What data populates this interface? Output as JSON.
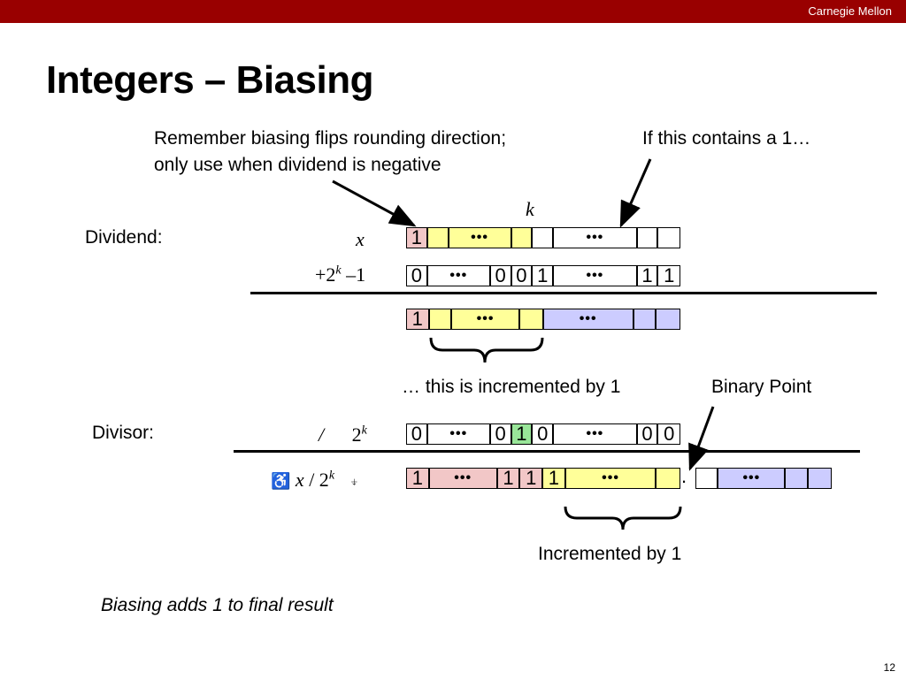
{
  "header": {
    "brand": "Carnegie Mellon"
  },
  "slide": {
    "title": "Integers – Biasing",
    "page_number": "12"
  },
  "annotations": {
    "remember_line1": "Remember biasing flips rounding direction;",
    "remember_line2": "only use when dividend is negative",
    "contains_one": "If this contains a 1…",
    "incremented_by_1_top": "… this is incremented by 1",
    "binary_point": "Binary Point",
    "incremented_by_1_bottom": "Incremented by 1",
    "footer_note": "Biasing adds 1 to final result",
    "k_label": "k"
  },
  "labels": {
    "dividend": "Dividend:",
    "divisor": "Divisor:",
    "x": "x",
    "plus_two_k_minus_one": {
      "pre": "+2",
      "sup": "k",
      "post": " –1"
    },
    "divide_two_k": {
      "slash": "/",
      "base": "2",
      "sup": "k"
    },
    "quotient": {
      "left_sym": "♿",
      "x": "x",
      "mid": " / 2",
      "sup": "k",
      "right_sym": "⍖"
    }
  },
  "rows": {
    "x_row": [
      "1",
      "",
      "•••",
      "",
      "",
      "•••",
      "",
      ""
    ],
    "bias_row": [
      "0",
      "•••",
      "0",
      "0",
      "1",
      "•••",
      "1",
      "1"
    ],
    "sum_row": [
      "1",
      "",
      "•••",
      "",
      "•••",
      "",
      ""
    ],
    "divisor_row": [
      "0",
      "•••",
      "0",
      "1",
      "0",
      "•••",
      "0",
      "0"
    ],
    "quotient_row": [
      "1",
      "•••",
      "1",
      "1",
      "1",
      "•••",
      "",
      "."
    ],
    "fraction_row": [
      "",
      "•••",
      "",
      ""
    ]
  },
  "colors": {
    "header_bg": "#990000",
    "pink": "#f2c7c7",
    "yellow": "#ffff99",
    "lavender": "#ccccff",
    "green": "#99e699",
    "white": "#ffffff"
  }
}
